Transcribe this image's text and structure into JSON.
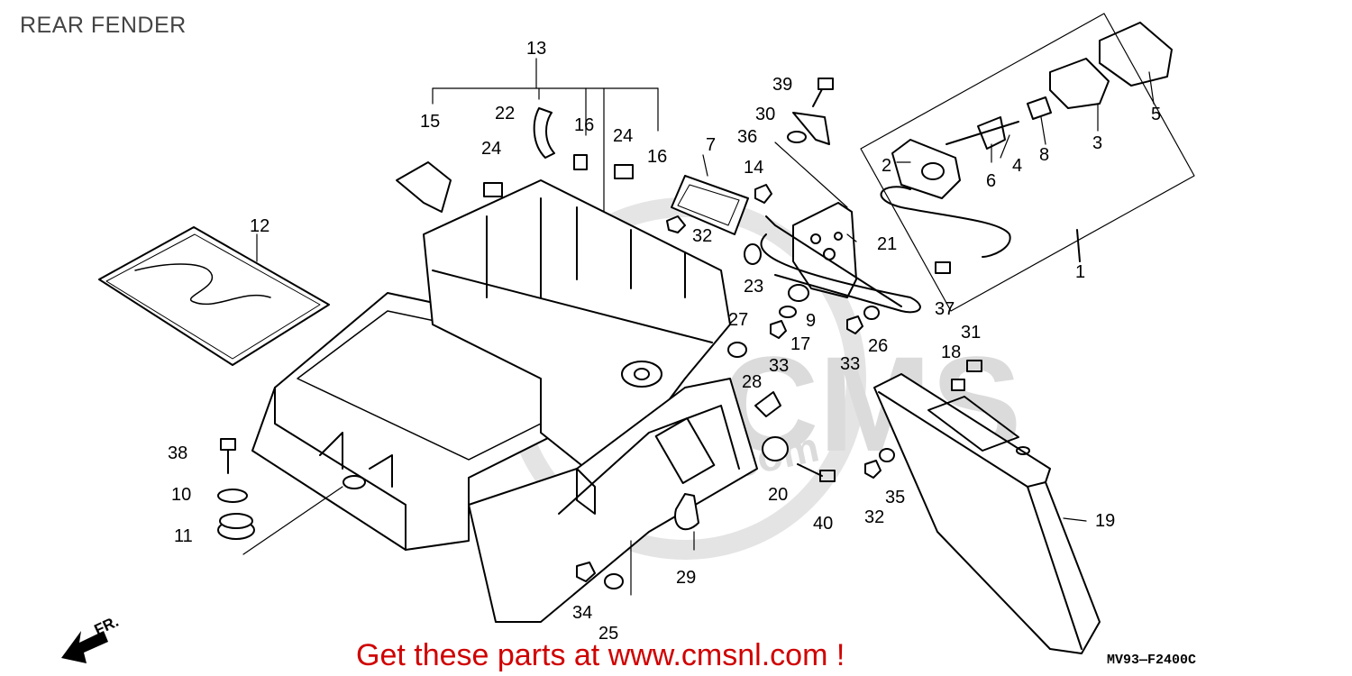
{
  "page": {
    "title": "REAR FENDER"
  },
  "watermark": {
    "text": "CMS",
    "url": "www.cmsnl.com"
  },
  "promo": {
    "text": "Get these parts at www.cmsnl.com !",
    "color": "#d00000"
  },
  "drawing_code": "MV93—F2400C",
  "direction_label": "FR.",
  "callouts": {
    "p1": "1",
    "p2": "2",
    "p3": "3",
    "p4": "4",
    "p5": "5",
    "p6": "6",
    "p7": "7",
    "p8": "8",
    "p9": "9",
    "p10": "10",
    "p11": "11",
    "p12": "12",
    "p13": "13",
    "p14": "14",
    "p15": "15",
    "p16a": "16",
    "p16b": "16",
    "p17": "17",
    "p18": "18",
    "p19": "19",
    "p20": "20",
    "p21": "21",
    "p22": "22",
    "p23": "23",
    "p24a": "24",
    "p24b": "24",
    "p25": "25",
    "p26": "26",
    "p27": "27",
    "p28": "28",
    "p29": "29",
    "p30": "30",
    "p31": "31",
    "p32a": "32",
    "p32b": "32",
    "p33a": "33",
    "p33b": "33",
    "p34": "34",
    "p35": "35",
    "p36": "36",
    "p37": "37",
    "p38": "38",
    "p39": "39",
    "p40": "40"
  }
}
